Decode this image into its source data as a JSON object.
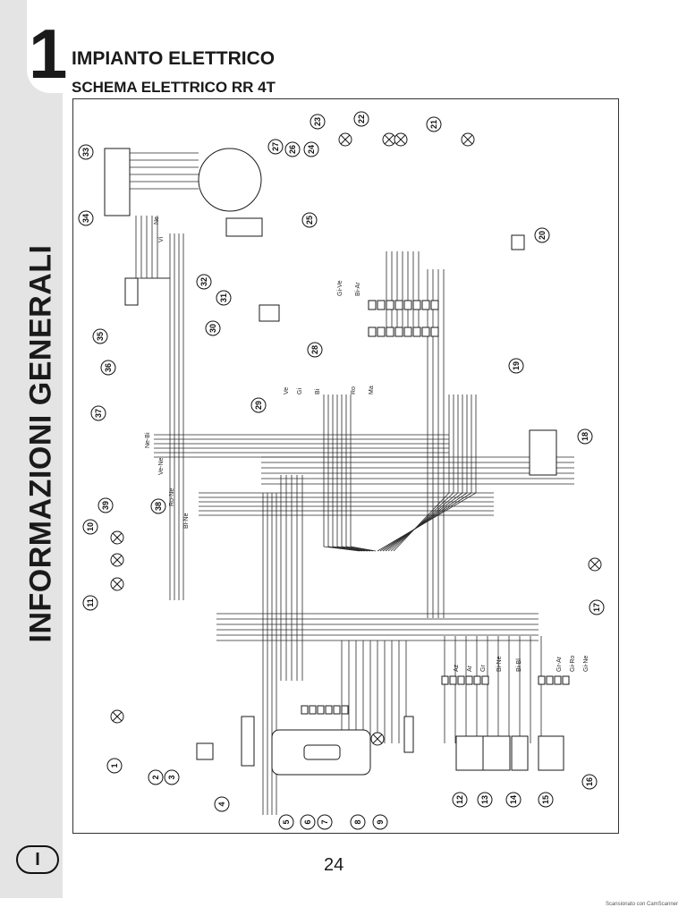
{
  "chapter": {
    "number": "1",
    "section": "INFORMAZIONI GENERALI"
  },
  "header": {
    "title": "IMPIANTO ELETTRICO",
    "subtitle": "SCHEMA ELETTRICO RR 4T"
  },
  "footer": {
    "badge": "I",
    "page_number": "24",
    "scanner_note": "Scansionato con CamScanner"
  },
  "diagram": {
    "callouts": [
      "1",
      "2",
      "3",
      "4",
      "5",
      "6",
      "7",
      "8",
      "9",
      "10",
      "11",
      "12",
      "13",
      "14",
      "15",
      "16",
      "17",
      "18",
      "19",
      "20",
      "21",
      "22",
      "23",
      "24",
      "25",
      "26",
      "27",
      "28",
      "29",
      "30",
      "31",
      "32",
      "33",
      "34",
      "35",
      "36",
      "37",
      "38",
      "39"
    ],
    "wire_labels": [
      "Ne",
      "Vi",
      "Ve",
      "Gi",
      "Bi",
      "Ro",
      "Ma",
      "Az",
      "Ar",
      "Gr",
      "Bi-Ne",
      "Bi-Bl",
      "Gr-Ar",
      "Gi-Ro",
      "Gi-Ne",
      "Gi-Ve",
      "Bi-Ar",
      "Ne-Bi",
      "Ve-Ne",
      "Ro-Ne",
      "Bl-Ne"
    ]
  }
}
